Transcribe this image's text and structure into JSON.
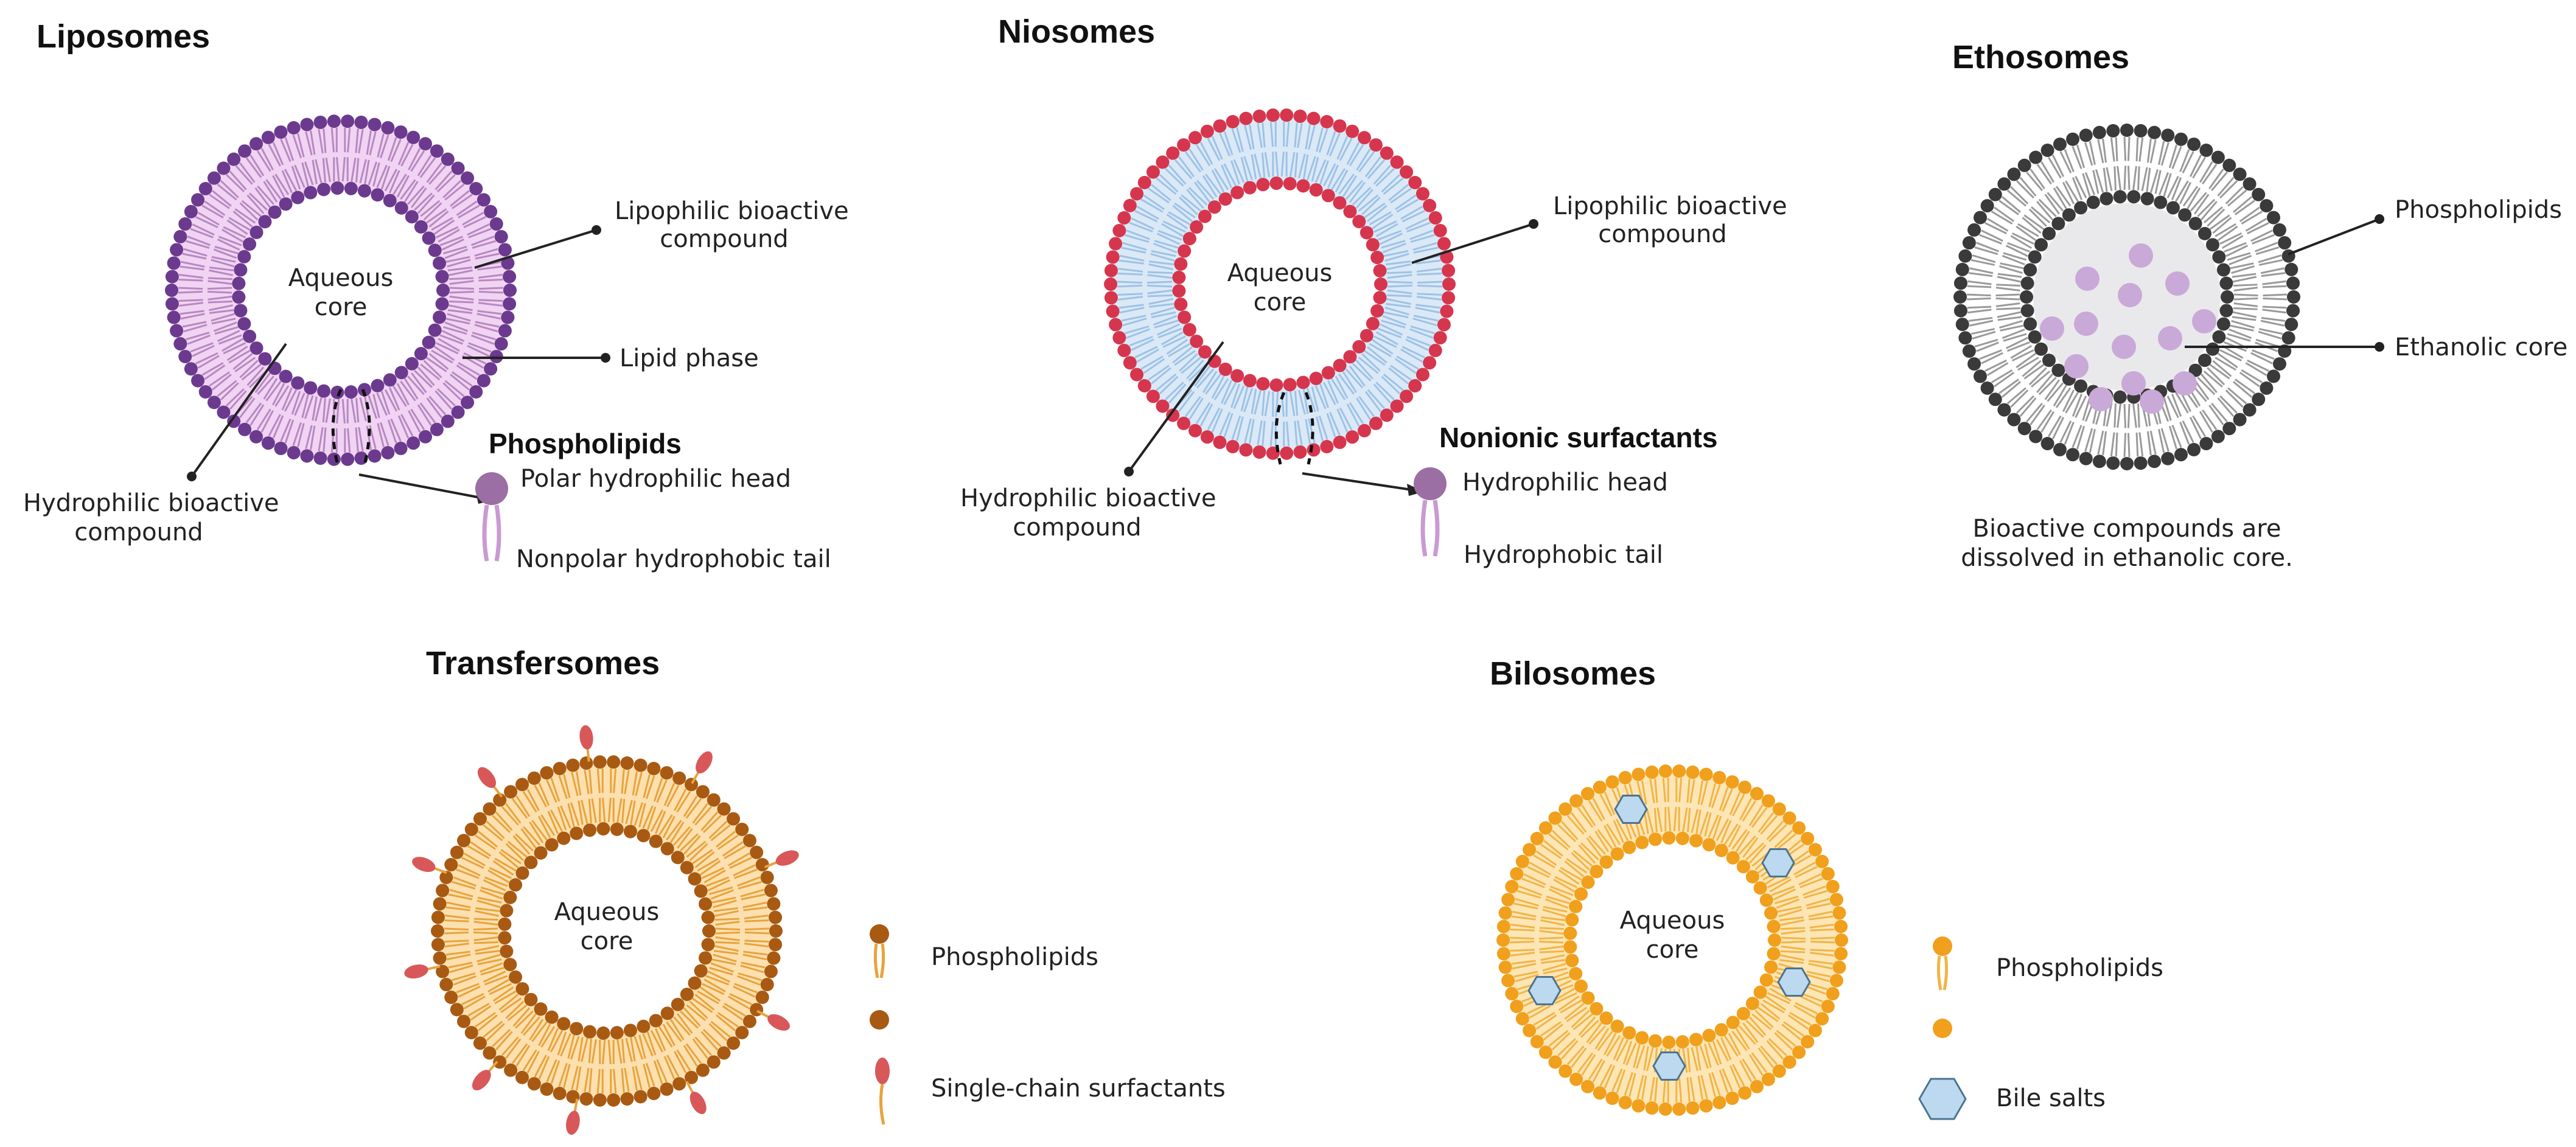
{
  "colors": {
    "liposome_head": "#6b3a8e",
    "liposome_fill": "#f1d4f3",
    "liposome_tail": "#b689c0",
    "niosome_head": "#d6364d",
    "niosome_fill": "#dbe9f7",
    "niosome_tail": "#9ec2e6",
    "ethosome_head": "#3a3a3a",
    "ethosome_tail": "#9a9a9a",
    "ethosome_core": "#e9e9ec",
    "ethosome_drop": "#c9a9d8",
    "transfersome_head": "#a85a12",
    "transfersome_fill": "#fde0b0",
    "transfersome_tail": "#e8a33c",
    "surfactant": "#d8585a",
    "bilosome_head": "#f0a01c",
    "bilosome_fill": "#fde6b6",
    "bilosome_tail": "#f2b447",
    "bile_salt": "#bcd9ef",
    "bile_salt_edge": "#4b7490",
    "legend_head": "#9b6fa3",
    "legend_tail": "#c99ad3"
  },
  "liposomes": {
    "title": "Liposomes",
    "core_line1": "Aqueous",
    "core_line2": "core",
    "lipophilic_line1": "Lipophilic bioactive",
    "lipophilic_line2": "compound",
    "lipid_phase": "Lipid phase",
    "hydrophilic_line1": "Hydrophilic bioactive",
    "hydrophilic_line2": "compound",
    "legend_title": "Phospholipids",
    "head_label": "Polar hydrophilic head",
    "tail_label": "Nonpolar hydrophobic tail"
  },
  "niosomes": {
    "title": "Niosomes",
    "core_line1": "Aqueous",
    "core_line2": "core",
    "lipophilic_line1": "Lipophilic bioactive",
    "lipophilic_line2": "compound",
    "hydrophilic_line1": "Hydrophilic bioactive",
    "hydrophilic_line2": "compound",
    "legend_title": "Nonionic surfactants",
    "head_label": "Hydrophilic head",
    "tail_label": "Hydrophobic tail"
  },
  "ethosomes": {
    "title": "Ethosomes",
    "phospholipids": "Phospholipids",
    "core_label": "Ethanolic core",
    "note_line1": "Bioactive compounds are",
    "note_line2": "dissolved in ethanolic core."
  },
  "transfersomes": {
    "title": "Transfersomes",
    "core_line1": "Aqueous",
    "core_line2": "core",
    "legend_phospholipids": "Phospholipids",
    "legend_surfactants": "Single-chain surfactants"
  },
  "bilosomes": {
    "title": "Bilosomes",
    "core_line1": "Aqueous",
    "core_line2": "core",
    "legend_phospholipids": "Phospholipids",
    "legend_bile_salts": "Bile salts"
  }
}
